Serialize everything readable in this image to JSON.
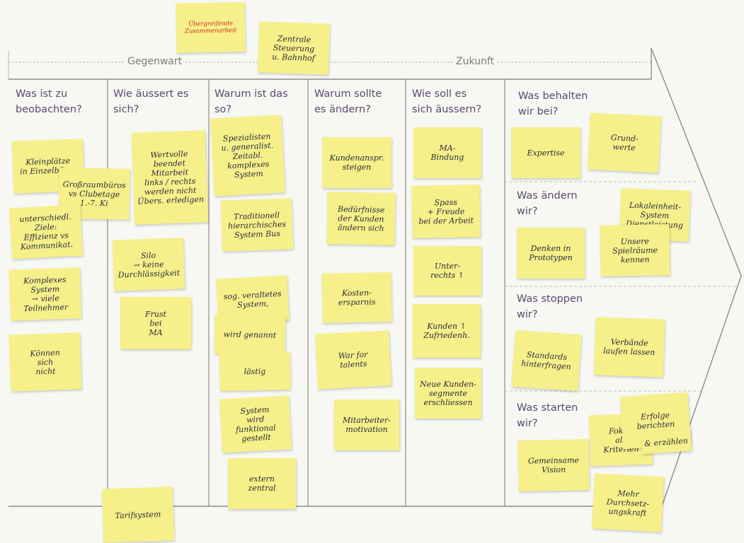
{
  "timeline": {
    "present_label": "Gegenwart",
    "future_label": "Zukunft"
  },
  "columns": [
    {
      "heading": "Was ist zu\nbeobachten?"
    },
    {
      "heading": "Wie äussert es\nsich?"
    },
    {
      "heading": "Warum ist das\nso?"
    },
    {
      "heading": "Warum sollte\nes ändern?"
    },
    {
      "heading": "Wie soll es\nsich äussern?"
    }
  ],
  "right_sections": [
    {
      "heading": "Was behalten\nwir bei?"
    },
    {
      "heading": "Was ändern\nwir?"
    },
    {
      "heading": "Was stoppen\nwir?"
    },
    {
      "heading": "Was starten\nwir?"
    }
  ],
  "top_notes": [
    {
      "text": "Übergreifende\nZusammenarbeit",
      "color": "red"
    },
    {
      "text": "Zentrale\nSteuerung\nu. Bahnhof"
    }
  ],
  "notes": [
    "Kleinplätze\nin Einzelbüros",
    "Großraumbüros\nvs Clubetage\n1.-7. Ki",
    "unterschiedl.\nZiele:\nEffizienz vs\nKommunikat.",
    "Komplexes\nSystem\n→ viele Teilnehmer",
    "Können\nsich\nnicht",
    "Wertvolle\nbeendet\nMitarbeit\nlinks / rechts\nwerden nicht\nÜbers. erledigen",
    "Silo\n→ keine\nDurchlässigkeit",
    "Frust\nbei\nMA",
    "Tarifsystem",
    "Spezialisten\nu. generalist.\nZeitabl.\nkomplexes\nSystem",
    "Traditionell\nhierarchisches\nSystem Bus",
    "sog. veraltetes\nSystem,",
    "wird genannt",
    "lästig",
    "System\nwird\nfunktional gestellt",
    "extern\nzentral",
    "Kundenanspr.\nsteigen",
    "Bedürfnisse\nder Kunden\nändern sich",
    "Kosten-\nersparnis",
    "War for\ntalents",
    "Mitarbeiter-\nmotivation",
    "MA-\nBindung",
    "Spass\n+ Freude\nbei der Arbeit",
    "Unter-\nrechts ↑",
    "Kunden ↑\nZufriedenh.",
    "Neue Kunden-\nsegmente\nerschliessen",
    "Expertise",
    "Grund-\nwerte",
    "Denken in\nPrototypen",
    "Lokaleinheit-\nSystem\nDienstleistung",
    "Unsere\nSpielräume\nkennen",
    "Standards\nhinterfragen",
    "Verbände\nlaufen lassen",
    "Erfolge\nberichten",
    "Fokus\nals\nKriterien",
    "& erzählen",
    "Gemeinsame\nVision",
    "Mehr\nDurchsetz-\nungskraft"
  ]
}
